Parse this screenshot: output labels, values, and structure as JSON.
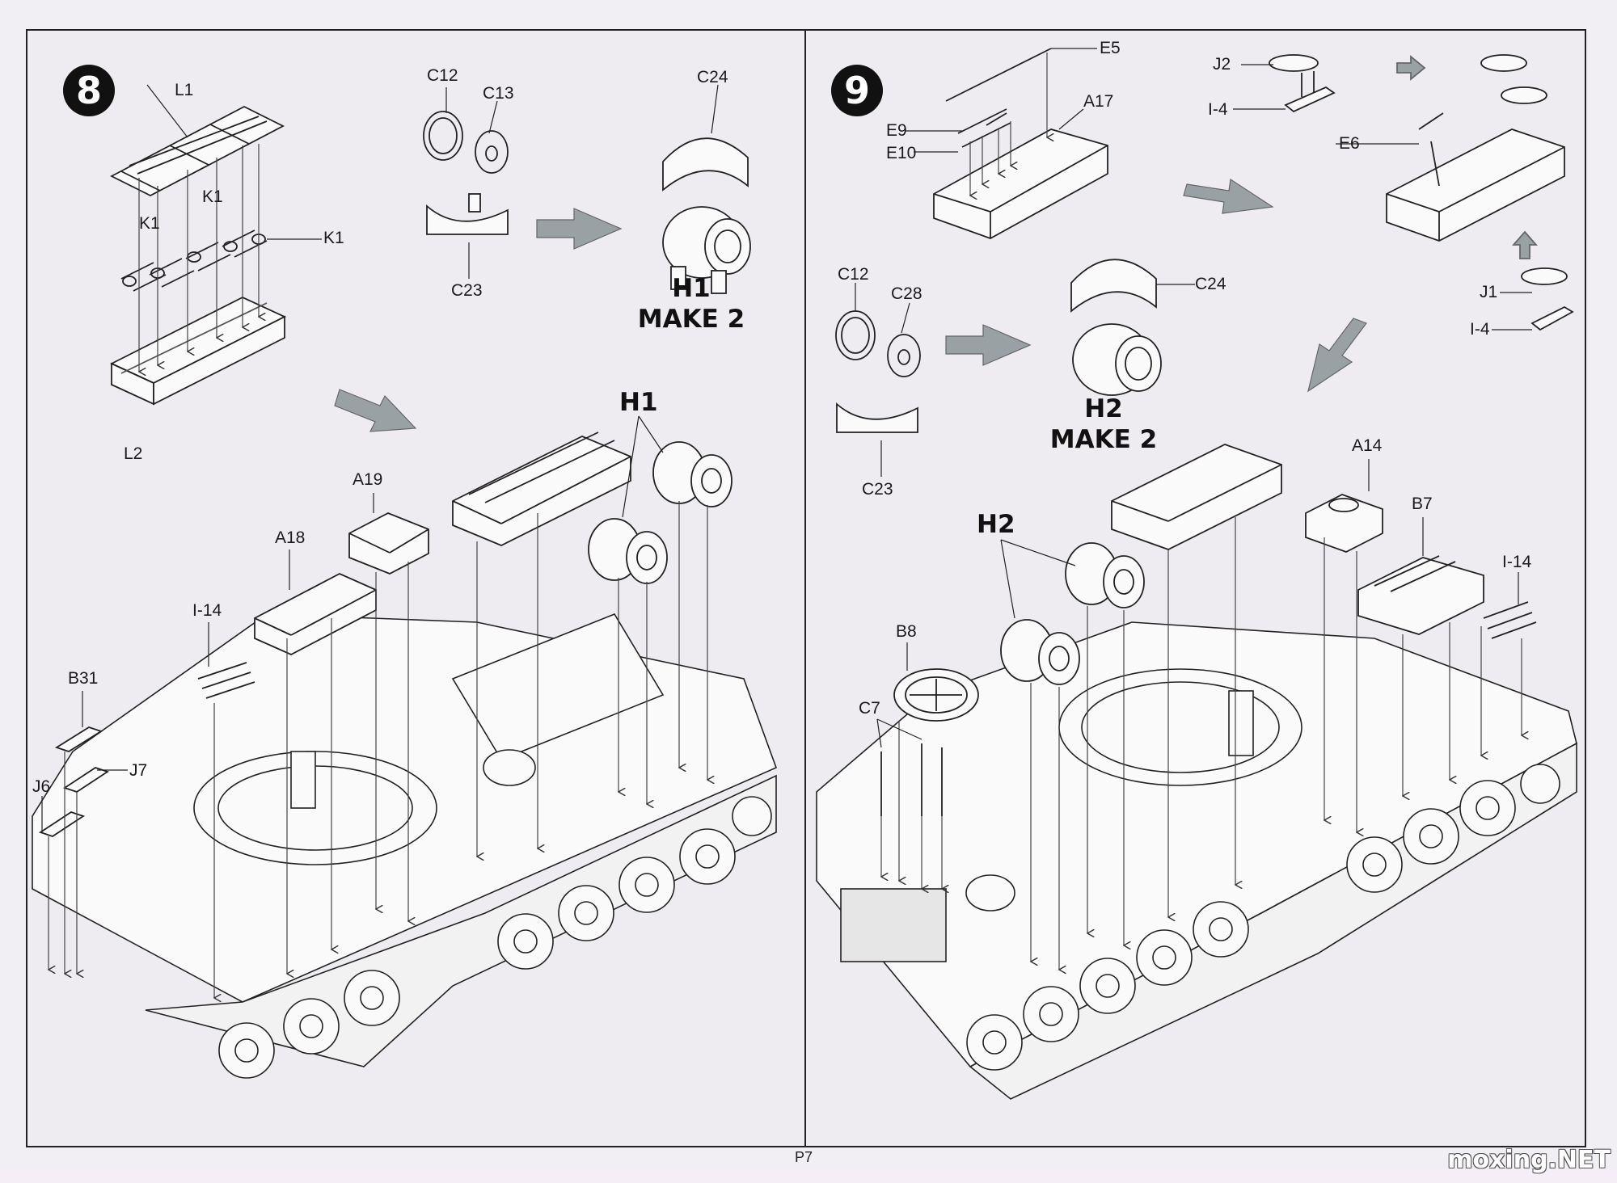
{
  "page": {
    "number": "P7",
    "watermark": "moxing.NET"
  },
  "step8": {
    "number": "8",
    "labels": {
      "L1": "L1",
      "K1_a": "K1",
      "K1_b": "K1",
      "K1_c": "K1",
      "L2": "L2",
      "C12": "C12",
      "C13": "C13",
      "C23": "C23",
      "C24": "C24",
      "A19": "A19",
      "A18": "A18",
      "I14": "I-14",
      "B31": "B31",
      "J7": "J7",
      "J6": "J6"
    },
    "subassembly": {
      "name": "H1",
      "note": "MAKE 2"
    },
    "callout": "H1"
  },
  "step9": {
    "number": "9",
    "labels": {
      "E5": "E5",
      "E9": "E9",
      "E10": "E10",
      "A17": "A17",
      "J2": "J2",
      "I4_a": "I-4",
      "E6": "E6",
      "J1": "J1",
      "I4_b": "I-4",
      "C12": "C12",
      "C28": "C28",
      "C23": "C23",
      "C24": "C24",
      "A14": "A14",
      "B7": "B7",
      "I14": "I-14",
      "B8": "B8",
      "C7": "C7"
    },
    "subassembly": {
      "name": "H2",
      "note": "MAKE 2"
    },
    "callout": "H2"
  },
  "colors": {
    "background": "#eeecf0",
    "line": "#222222",
    "arrow": "#9aa1a4",
    "badge": "#111111"
  }
}
